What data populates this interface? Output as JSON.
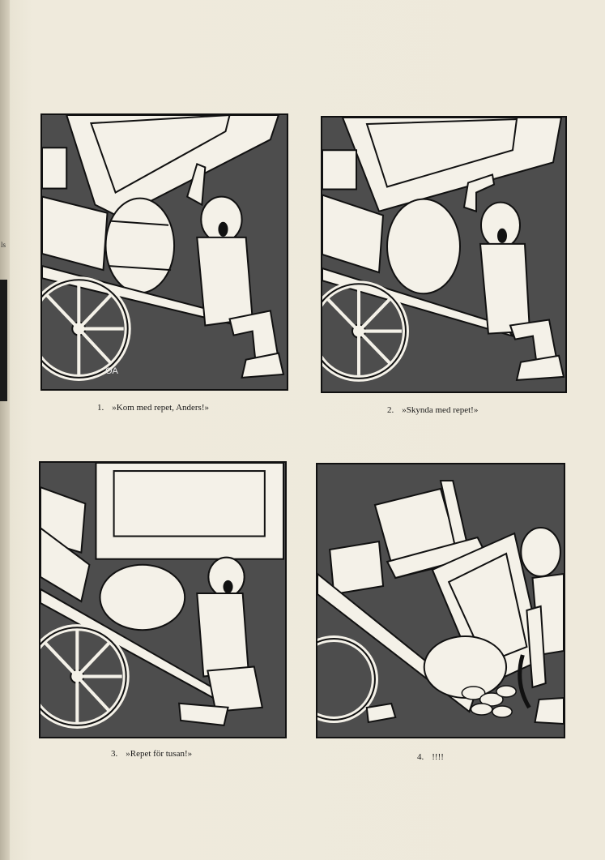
{
  "edge": {
    "label": "ls"
  },
  "panels": [
    {
      "number": "1.",
      "caption": "»Kom med repet, Anders!»"
    },
    {
      "number": "2.",
      "caption": "»Skynda med repet!»"
    },
    {
      "number": "3.",
      "caption": "»Repet för tusan!»"
    },
    {
      "number": "4.",
      "caption": "!!!!"
    }
  ],
  "signature": "OA"
}
